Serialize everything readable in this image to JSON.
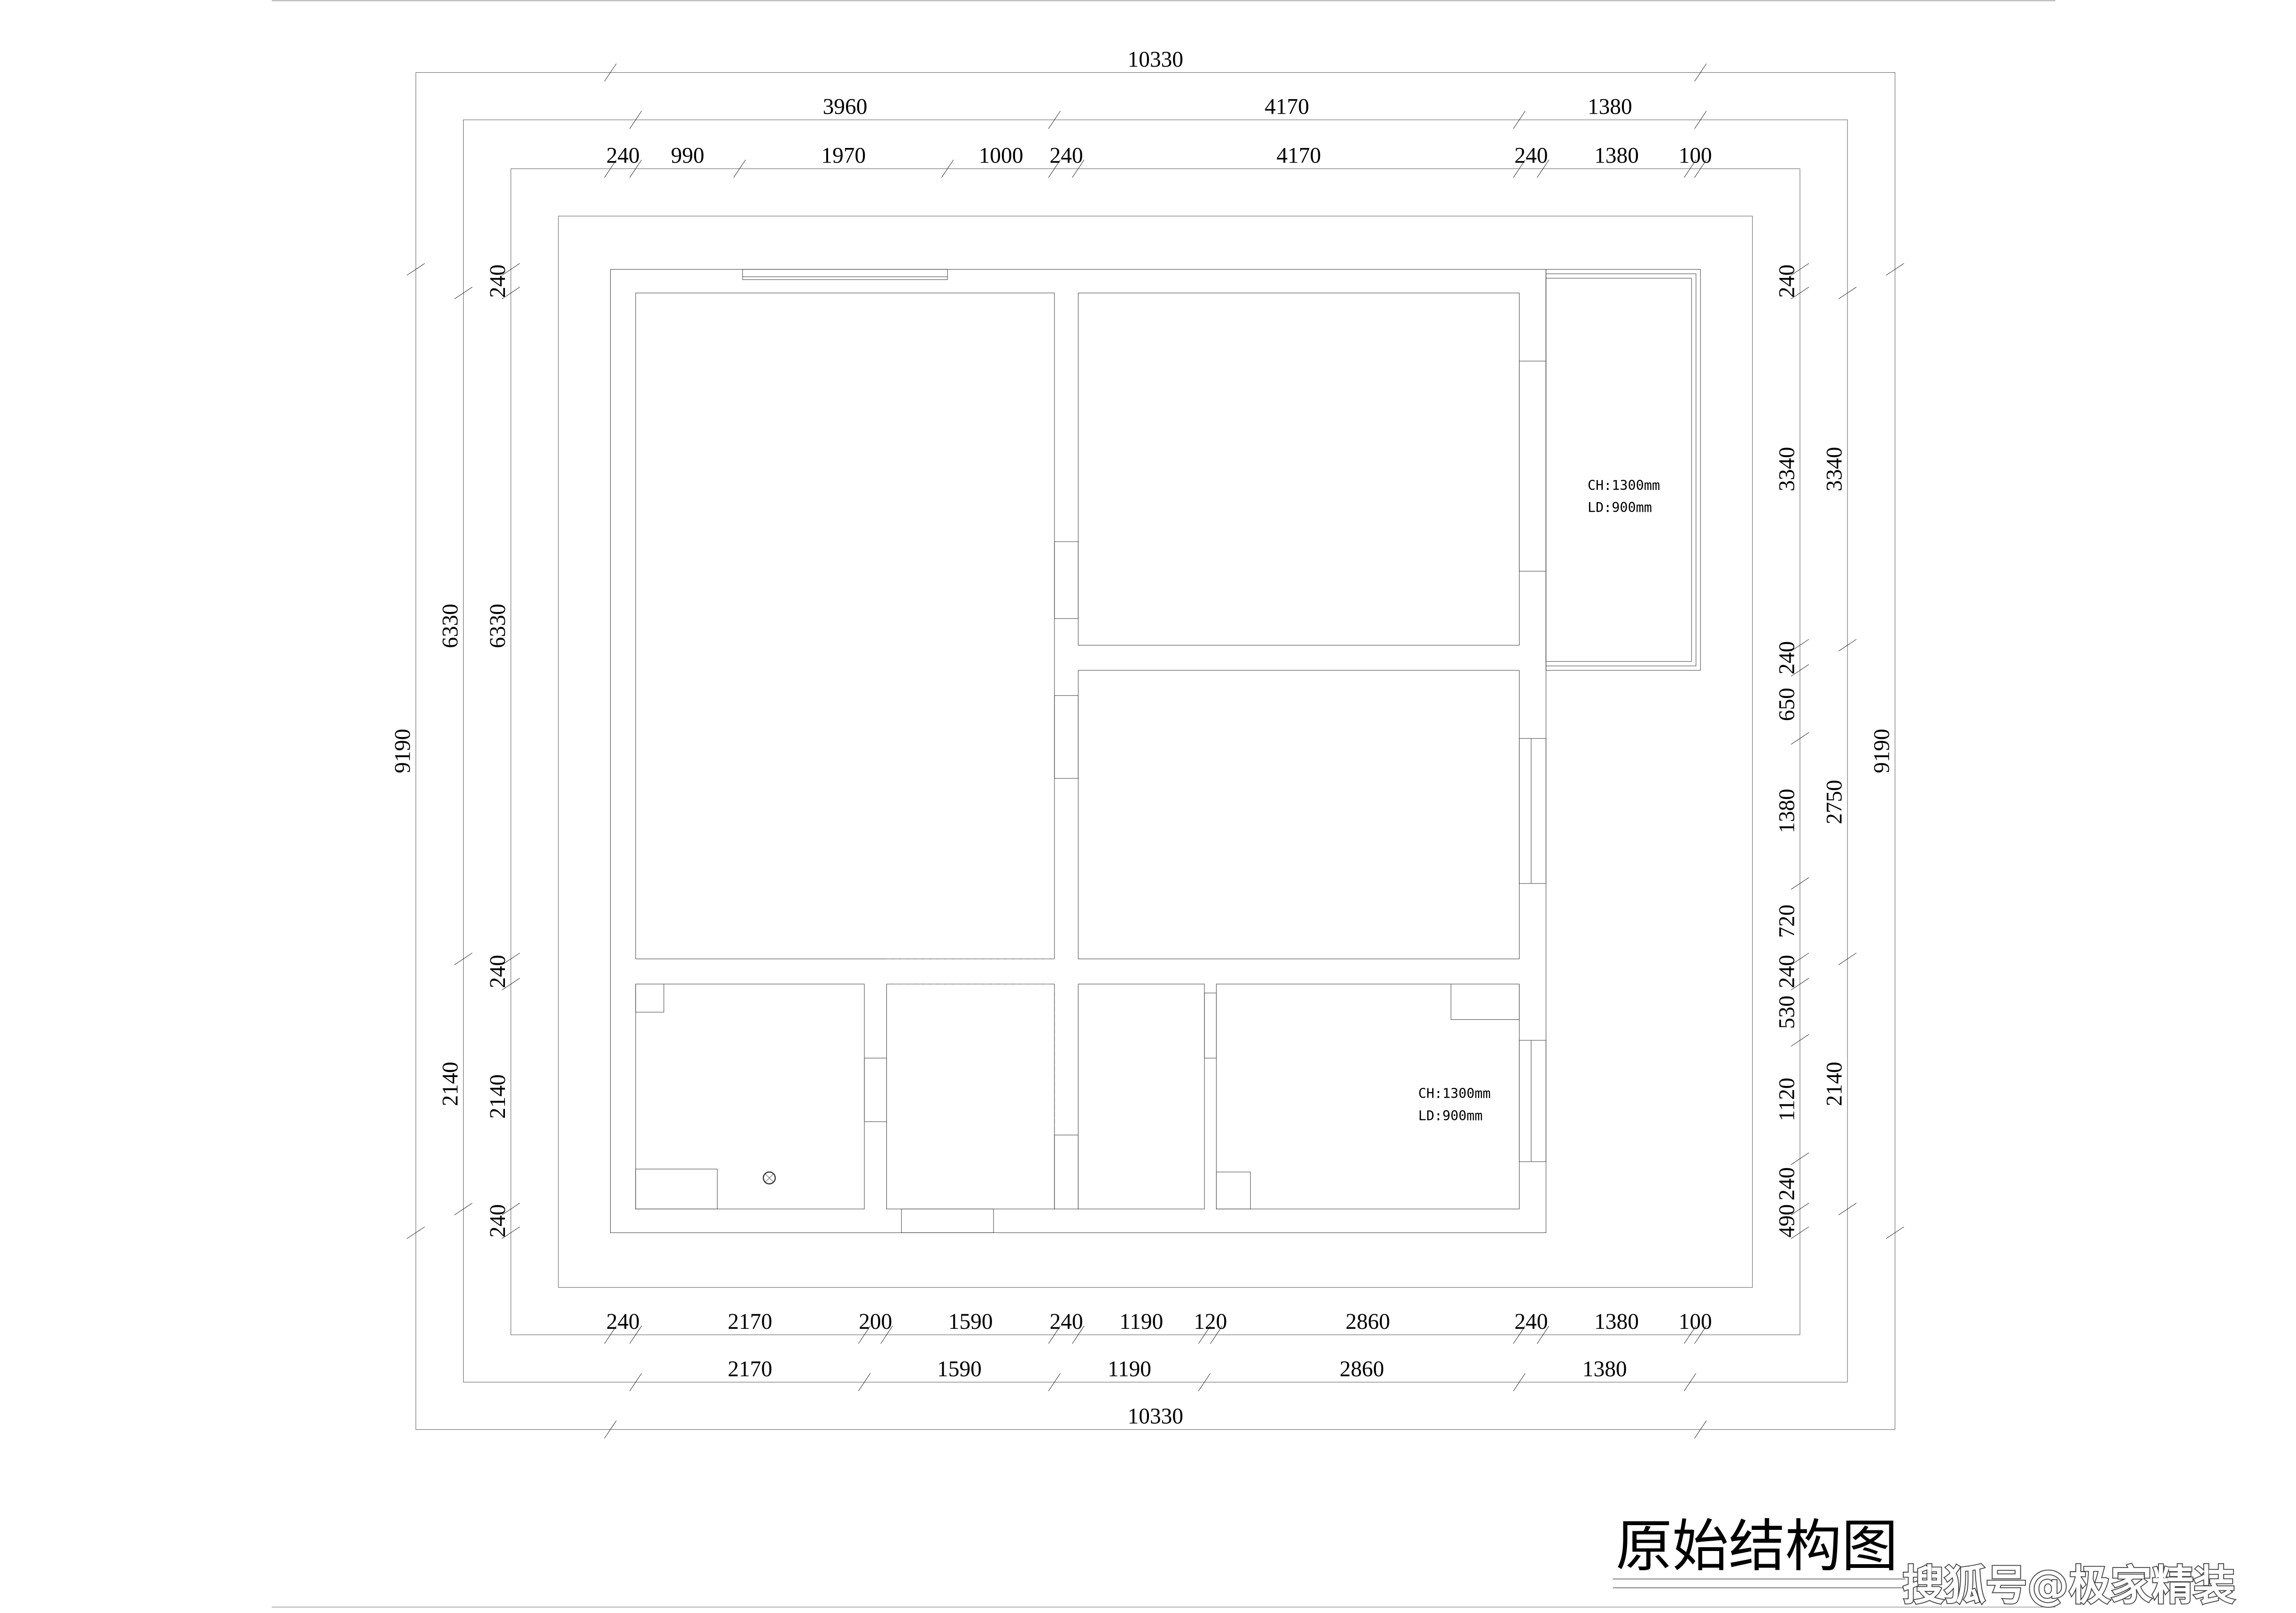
{
  "title": "原始结构图",
  "watermark": "搜狐号@极家精装",
  "colors": {
    "line": "#3a3a3a",
    "text": "#000000",
    "background": "#ffffff"
  },
  "annotations": [
    {
      "lines": [
        "CH:1300mm",
        "LD:900mm"
      ]
    },
    {
      "lines": [
        "CH:1300mm",
        "LD:900mm"
      ]
    }
  ],
  "symbols": [
    "floor-drain-icon"
  ],
  "dims": {
    "top_outer": [
      "10330"
    ],
    "top_mid": [
      "3960",
      "4170",
      "1380"
    ],
    "top_inner": [
      "240",
      "990",
      "1970",
      "1000",
      "240",
      "4170",
      "240",
      "1380",
      "100"
    ],
    "bottom_inner": [
      "240",
      "2170",
      "200",
      "1590",
      "240",
      "1190",
      "120",
      "2860",
      "240",
      "1380",
      "100"
    ],
    "bottom_mid": [
      "2170",
      "1590",
      "1190",
      "2860",
      "1380"
    ],
    "bottom_outer": [
      "10330"
    ],
    "left_outer": [
      "9190"
    ],
    "left_mid": [
      "6330",
      "2140"
    ],
    "left_inner": [
      "240",
      "6330",
      "240",
      "2140",
      "240"
    ],
    "right_inner": [
      "240",
      "3340",
      "240",
      "650",
      "1380",
      "720",
      "240",
      "530",
      "1120",
      "240",
      "490"
    ],
    "right_mid": [
      "3340",
      "2750",
      "2140"
    ],
    "right_outer": [
      "9190"
    ]
  }
}
